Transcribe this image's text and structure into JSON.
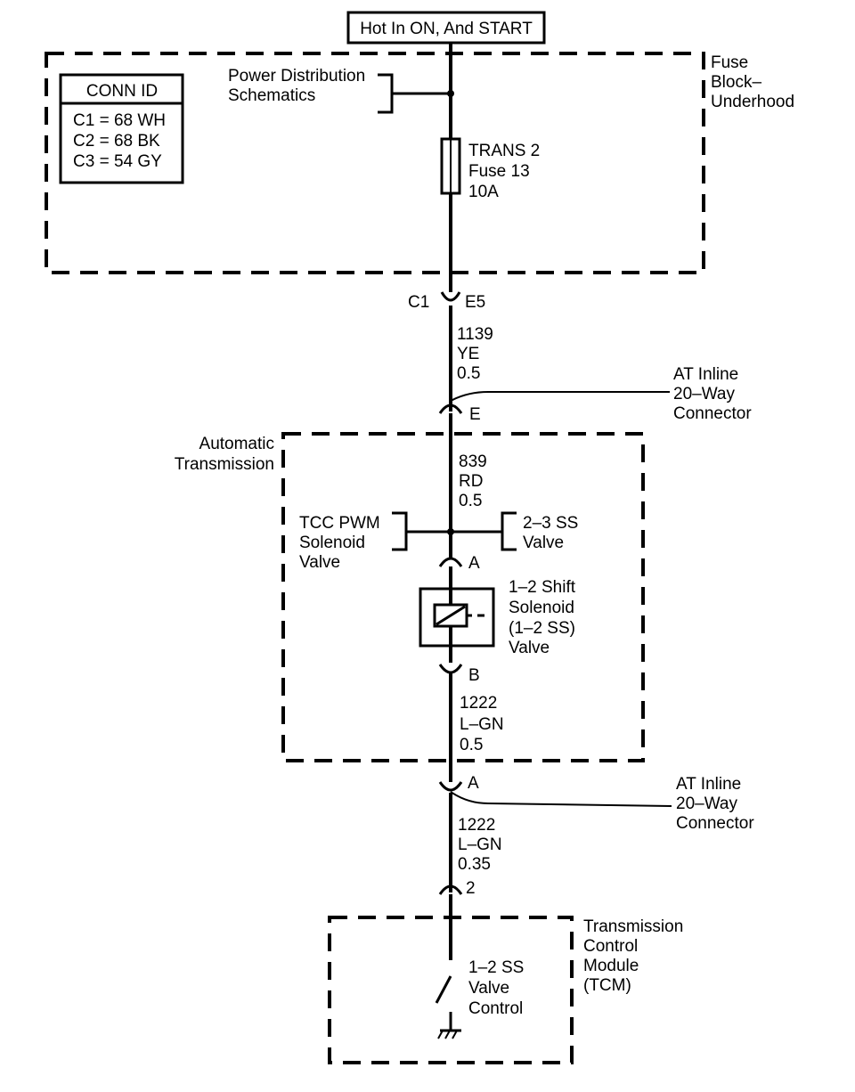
{
  "header": {
    "title": "Hot In ON, And START"
  },
  "conn_id": {
    "title": "CONN ID",
    "rows": [
      "C1 = 68 WH",
      "C2 = 68 BK",
      "C3 = 54 GY"
    ]
  },
  "fuse_block": {
    "label": [
      "Fuse",
      "Block–",
      "Underhood"
    ],
    "power_ref": [
      "Power Distribution",
      "Schematics"
    ],
    "fuse": [
      "TRANS 2",
      "Fuse 13",
      "10A"
    ],
    "connector_left": "C1",
    "connector_right": "E5"
  },
  "wire_1139": [
    "1139",
    "YE",
    "0.5"
  ],
  "inline_top": {
    "label": [
      "AT Inline",
      "20–Way",
      "Connector"
    ],
    "pin": "E"
  },
  "transmission": {
    "label": [
      "Automatic",
      "Transmission"
    ],
    "wire_839": [
      "839",
      "RD",
      "0.5"
    ],
    "tcc_ref": [
      "TCC PWM",
      "Solenoid",
      "Valve"
    ],
    "ss23_ref": [
      "2–3 SS",
      "Valve"
    ],
    "pin_a": "A",
    "solenoid": [
      "1–2 Shift",
      "Solenoid",
      "(1–2 SS)",
      "Valve"
    ],
    "pin_b": "B",
    "wire_1222": [
      "1222",
      "L–GN",
      "0.5"
    ]
  },
  "inline_bottom": {
    "label": [
      "AT Inline",
      "20–Way",
      "Connector"
    ],
    "pin": "A"
  },
  "wire_1222_b": [
    "1222",
    "L–GN",
    "0.35"
  ],
  "tcm": {
    "pin": "2",
    "label": [
      "Transmission",
      "Control",
      "Module",
      "(TCM)"
    ],
    "switch": [
      "1–2 SS",
      "Valve",
      "Control"
    ]
  }
}
